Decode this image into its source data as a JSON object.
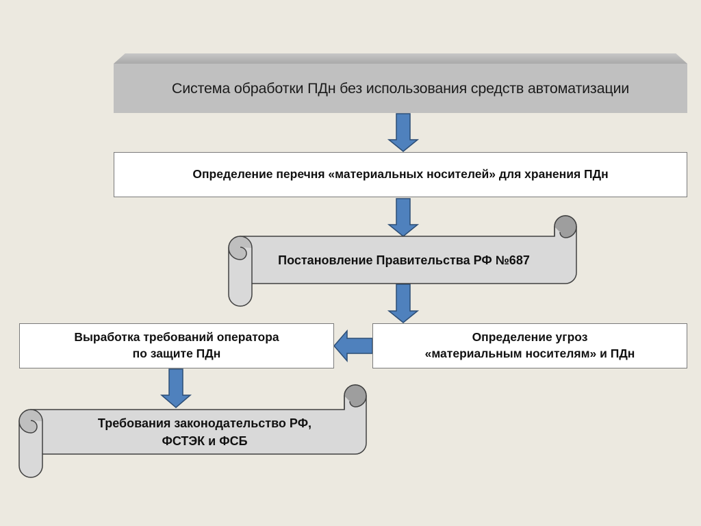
{
  "diagram": {
    "title_box": "Система обработки ПДн без использования средств автоматизации",
    "step_media_list": "Определение перечня «материальных носителей» для хранения ПДн",
    "decree": "Постановление Правительства РФ №687",
    "threats": [
      "Определение угроз",
      "«материальным носителям» и ПДн"
    ],
    "operator_requirements": [
      "Выработка требований оператора",
      "по защите ПДн"
    ],
    "legislation": [
      "Требования законодательство РФ,",
      "ФСТЭК и ФСБ"
    ]
  },
  "colors": {
    "background": "#ece9e0",
    "title_fill": "#c0c0c0",
    "arrow_fill": "#4f81bd",
    "arrow_stroke": "#2c4d75",
    "scroll_fill": "#d9d9d9",
    "scroll_stroke": "#404040"
  }
}
